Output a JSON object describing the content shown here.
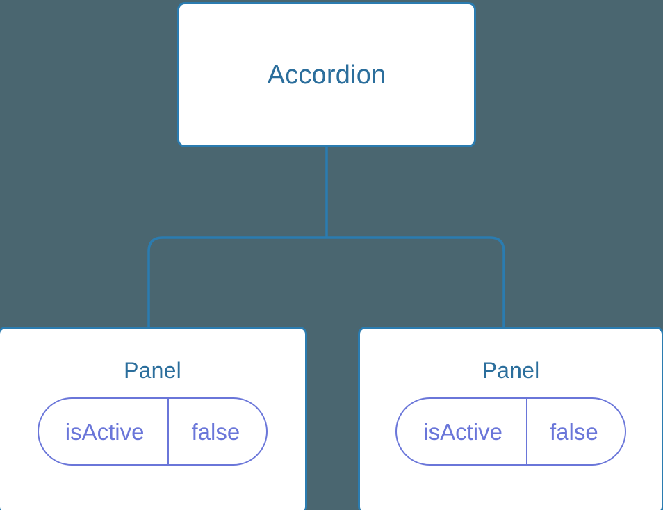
{
  "canvas": {
    "background_color": "#4a6670",
    "edge_color": "#2b7cb0"
  },
  "tree": {
    "root": {
      "title": "Accordion",
      "border_color": "#2b7cb0",
      "text_color": "#2b6e9c",
      "background_color": "#ffffff"
    },
    "children": [
      {
        "title": "Panel",
        "border_color": "#2b7cb0",
        "text_color": "#2b6e9c",
        "background_color": "#ffffff",
        "prop": {
          "key": "isActive",
          "value": "false",
          "color": "#6a76d9"
        }
      },
      {
        "title": "Panel",
        "border_color": "#2b7cb0",
        "text_color": "#2b6e9c",
        "background_color": "#ffffff",
        "prop": {
          "key": "isActive",
          "value": "false",
          "color": "#6a76d9"
        }
      }
    ]
  }
}
